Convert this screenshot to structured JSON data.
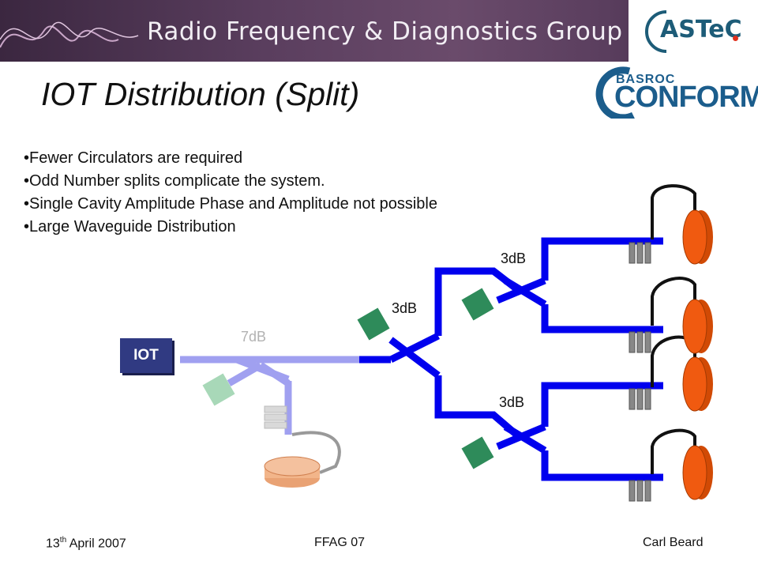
{
  "header": {
    "banner_title": "Radio Frequency & Diagnostics Group",
    "astec_logo_text": "ASTeC",
    "basroc_top": "BASROC",
    "basroc_main": "CONFORM"
  },
  "slide": {
    "title": "IOT Distribution (Split)",
    "bullets": [
      "•Fewer Circulators are required",
      "•Odd Number splits complicate the system.",
      "•Single Cavity Amplitude Phase and Amplitude not possible",
      "•Large Waveguide Distribution"
    ]
  },
  "diagram": {
    "iot_label": "IOT",
    "split_7db": "7dB",
    "split_3db_center": "3dB",
    "split_3db_top": "3dB",
    "split_3db_bottom": "3dB"
  },
  "colors": {
    "waveguide_main": "#0000ee",
    "waveguide_faint": "#a0a0f0",
    "circulator": "#2e8b5a",
    "circulator_faint": "#a8d8b8",
    "cavity": "#f05a10",
    "load": "#f2b58a"
  },
  "footer": {
    "date_day": "13",
    "date_suffix": "th",
    "date_rest": " April 2007",
    "event": "FFAG 07",
    "author": "Carl Beard"
  }
}
